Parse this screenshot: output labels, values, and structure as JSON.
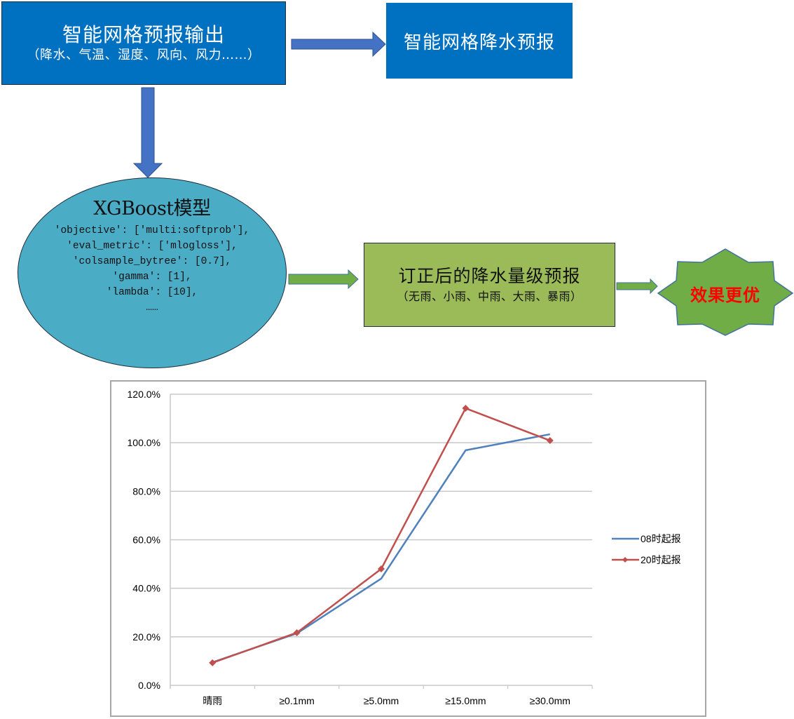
{
  "flowchart": {
    "grid_output": {
      "title": "智能网格预报输出",
      "subtitle": "（降水、气温、湿度、风向、风力……）",
      "color": "#0070c0"
    },
    "grid_precip": {
      "title": "智能网格降水预报",
      "color": "#0070c0"
    },
    "model": {
      "title": "XGBoost模型",
      "params": [
        "'objective': ['multi:softprob'],",
        "'eval_metric': ['mlogloss'],",
        "'colsample_bytree': [0.7],",
        "'gamma': [1],",
        "'lambda': [10],",
        "……"
      ],
      "color": "#4bacc6"
    },
    "corrected": {
      "title": "订正后的降水量级预报",
      "subtitle": "（无雨、小雨、中雨、大雨、暴雨）",
      "color": "#9bbb59"
    },
    "result": {
      "label": "效果更优",
      "fill": "#70ad47",
      "text_color": "#ff0000"
    },
    "arrows": [
      {
        "from": "grid_output",
        "to": "grid_precip",
        "color": "#4472c4"
      },
      {
        "from": "grid_output",
        "to": "model",
        "color": "#4472c4"
      },
      {
        "from": "model",
        "to": "corrected",
        "color": "#70ad47"
      },
      {
        "from": "corrected",
        "to": "result",
        "color": "#70ad47"
      }
    ]
  },
  "chart_data": {
    "type": "line",
    "title": "",
    "xlabel": "",
    "ylabel": "",
    "categories": [
      "晴雨",
      "≥0.1mm",
      "≥5.0mm",
      "≥15.0mm",
      "≥30.0mm"
    ],
    "series": [
      {
        "name": "08时起报",
        "color": "#4f81bd",
        "marker": "none",
        "values": [
          9.5,
          21.4,
          44.0,
          96.9,
          103.5
        ]
      },
      {
        "name": "20时起报",
        "color": "#c0504d",
        "marker": "diamond",
        "values": [
          9.3,
          21.7,
          48.0,
          114.2,
          100.9
        ]
      }
    ],
    "ylim": [
      0,
      120
    ],
    "yticks": [
      "0.0%",
      "20.0%",
      "40.0%",
      "60.0%",
      "80.0%",
      "100.0%",
      "120.0%"
    ],
    "grid": true,
    "legend_position": "right"
  }
}
